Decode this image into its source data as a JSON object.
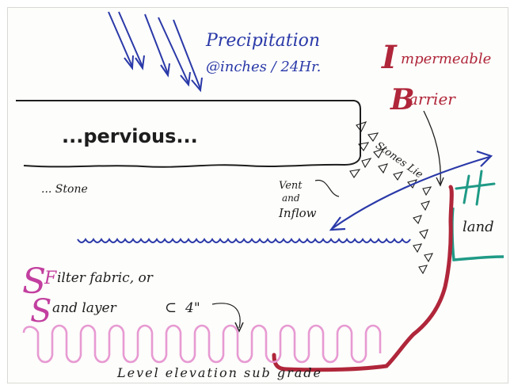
{
  "precipitation": {
    "line1": "Precipitation",
    "line2": "@inches / 24Hr."
  },
  "barrier": {
    "I": "I",
    "rest1": "mpermeable",
    "B": "B",
    "rest2": "arrier"
  },
  "pervious": "...pervious...",
  "stone": "... Stone",
  "stones_label": "Stones Lie",
  "vent": {
    "l1": "Vent",
    "l2": "and",
    "l3": "Inflow"
  },
  "land": "land",
  "filter": {
    "line1_big": "S",
    "line1_small": "F",
    "line1_rest": "ilter fabric, or",
    "line2_big": "S",
    "line2_rest": "and layer",
    "circle_glyph": "⊂",
    "depth": "4\""
  },
  "bottom": "Level elevation sub grade",
  "colors": {
    "blue": "#2a39a8",
    "red": "#b0263a",
    "teal": "#1f9a86",
    "pink": "#e79ad2",
    "magenta": "#c23f9f",
    "black": "#1d1d1d"
  }
}
